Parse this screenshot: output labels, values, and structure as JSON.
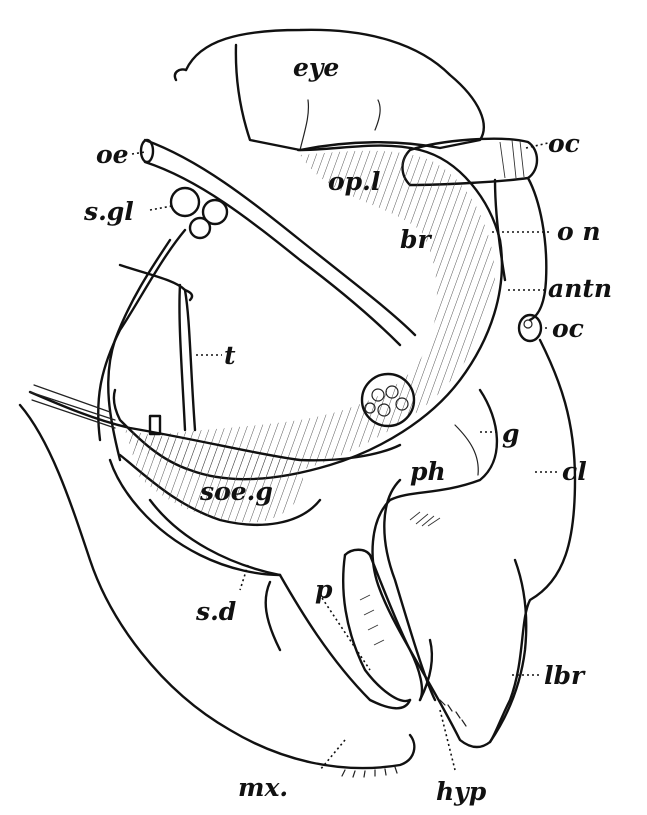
{
  "labels": {
    "eye": "eye",
    "oe": "oe",
    "oc_top": "oc",
    "op_l": "op.l",
    "s_gl": "s.gl",
    "br": "br",
    "on": "o n",
    "antn": "antn",
    "oc_bottom": "oc",
    "t": "t",
    "g": "g",
    "cl": "cl",
    "ph": "ph",
    "soe_g": "soe.g",
    "p": "p",
    "s_d": "s.d",
    "lbr": "lbr",
    "mx": "mx.",
    "hyp": "hyp"
  },
  "colors": {
    "ink": "#111111",
    "paper": "#ffffff"
  }
}
